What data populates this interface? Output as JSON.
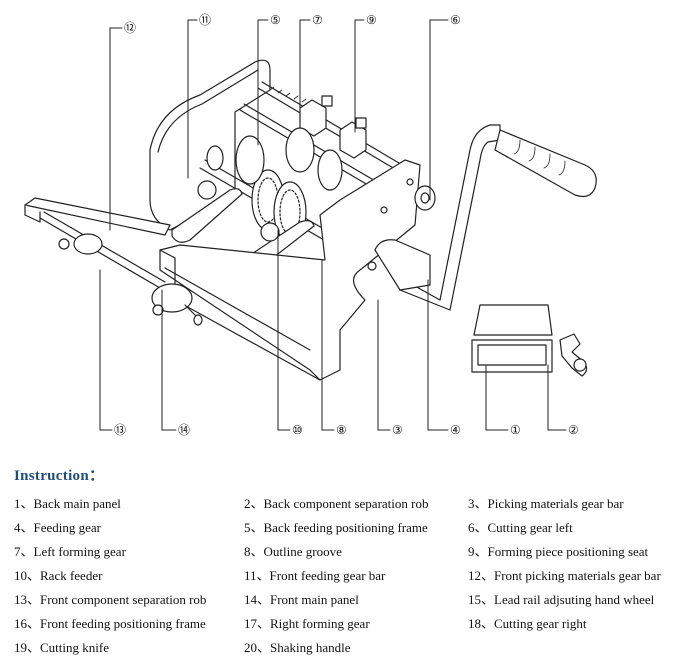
{
  "diagram": {
    "callouts": [
      {
        "num": "⑫",
        "label_ref": "12"
      },
      {
        "num": "⑪",
        "label_ref": "11"
      },
      {
        "num": "⑤",
        "label_ref": "5"
      },
      {
        "num": "⑦",
        "label_ref": "7"
      },
      {
        "num": "⑨",
        "label_ref": "9"
      },
      {
        "num": "⑥",
        "label_ref": "6"
      },
      {
        "num": "⑬",
        "label_ref": "13"
      },
      {
        "num": "⑭",
        "label_ref": "14"
      },
      {
        "num": "⑩",
        "label_ref": "10"
      },
      {
        "num": "⑧",
        "label_ref": "8"
      },
      {
        "num": "③",
        "label_ref": "3"
      },
      {
        "num": "④",
        "label_ref": "4"
      },
      {
        "num": "①",
        "label_ref": "1"
      },
      {
        "num": "②",
        "label_ref": "2"
      }
    ]
  },
  "instruction": {
    "title": "Instruction",
    "title_suffix": "：",
    "parts": [
      "1、Back main panel",
      "2、Back component separation rob",
      "3、Picking materials gear bar",
      "4、Feeding gear",
      "5、Back feeding positioning frame",
      "6、Cutting gear left",
      "7、Left forming gear",
      "8、Outline groove",
      "9、Forming piece positioning seat",
      "10、Rack feeder",
      "11、Front feeding gear bar",
      "12、Front picking materials gear bar",
      "13、Front component separation rob",
      "14、Front main panel",
      "15、Lead rail adjsuting hand wheel",
      "16、Front feeding positioning frame",
      "17、Right forming gear",
      "18、Cutting gear right",
      "19、Cutting knife",
      "20、Shaking handle"
    ]
  }
}
